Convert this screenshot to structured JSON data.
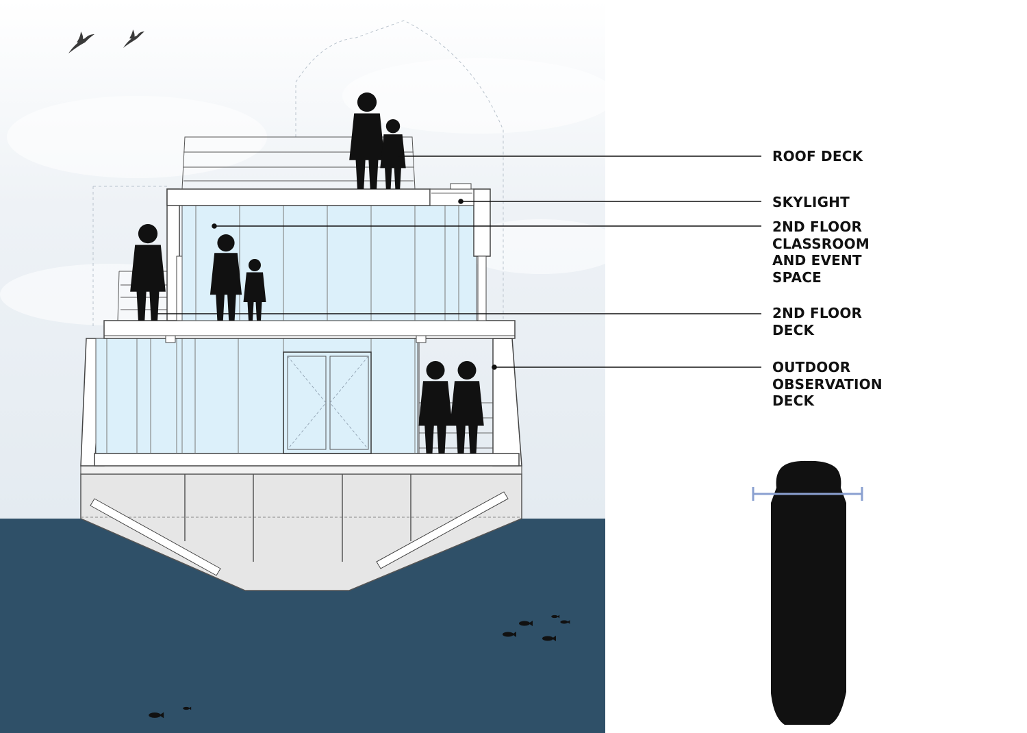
{
  "labels": {
    "roof_deck": "ROOF DECK",
    "skylight": "SKYLIGHT",
    "classroom": "2ND FLOOR\nCLASSROOM\nAND EVENT\nSPACE",
    "second_floor_deck": "2ND FLOOR\nDECK",
    "observation_deck": "OUTDOOR\nOBSERVATION\nDECK"
  },
  "colors": {
    "sky": "#e8eef3",
    "water": "#2f5068",
    "glass": "#dcf0fa",
    "hull": "#e6e6e6",
    "silhouette": "#111111",
    "dimension": "#8aa0d0",
    "leader": "#111111"
  },
  "icons": [
    "bird-icon",
    "fish-icon",
    "person-silhouette-icon",
    "boat-plan-icon"
  ]
}
